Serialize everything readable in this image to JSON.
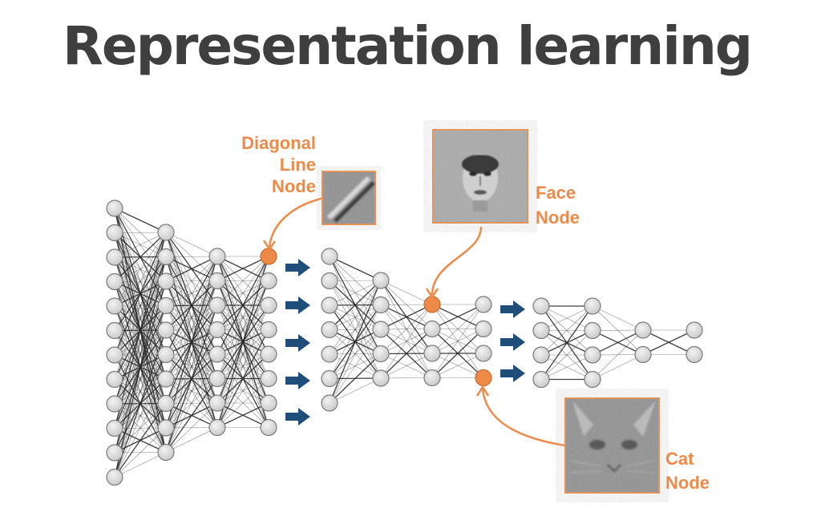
{
  "slide": {
    "title": "Representation learning"
  },
  "labels": {
    "diagonal": [
      "Diagonal",
      "Line",
      "Node"
    ],
    "face": [
      "Face",
      "Node"
    ],
    "cat": [
      "Cat",
      "Node"
    ]
  },
  "colors": {
    "accent": "#ee8a47",
    "node_fill": "#dcdcdc",
    "node_stroke": "#7a7a7a",
    "edge": "#2b2b2b",
    "arrow": "#1f4e7a",
    "title": "#3f3f3f"
  },
  "icons": {
    "flow_arrow": "right-arrow-icon",
    "diagonal_patch": "diagonal-line-feature-image",
    "face_patch": "face-feature-image",
    "cat_patch": "cat-feature-image"
  }
}
